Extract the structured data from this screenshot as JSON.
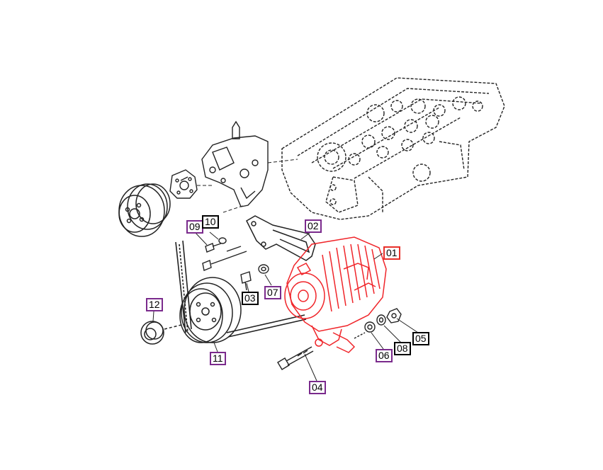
{
  "colors": {
    "line": "#222222",
    "highlight": "#f0252a",
    "purple_border": "#7a2a8c",
    "black_border": "#000000",
    "red_border": "#e8302a"
  },
  "callouts": {
    "c01": "01",
    "c02": "02",
    "c03": "03",
    "c04": "04",
    "c05": "05",
    "c06": "06",
    "c07": "07",
    "c08": "08",
    "c09": "09",
    "c10": "10",
    "c11": "11",
    "c12": "12"
  },
  "highlighted_part": "01"
}
